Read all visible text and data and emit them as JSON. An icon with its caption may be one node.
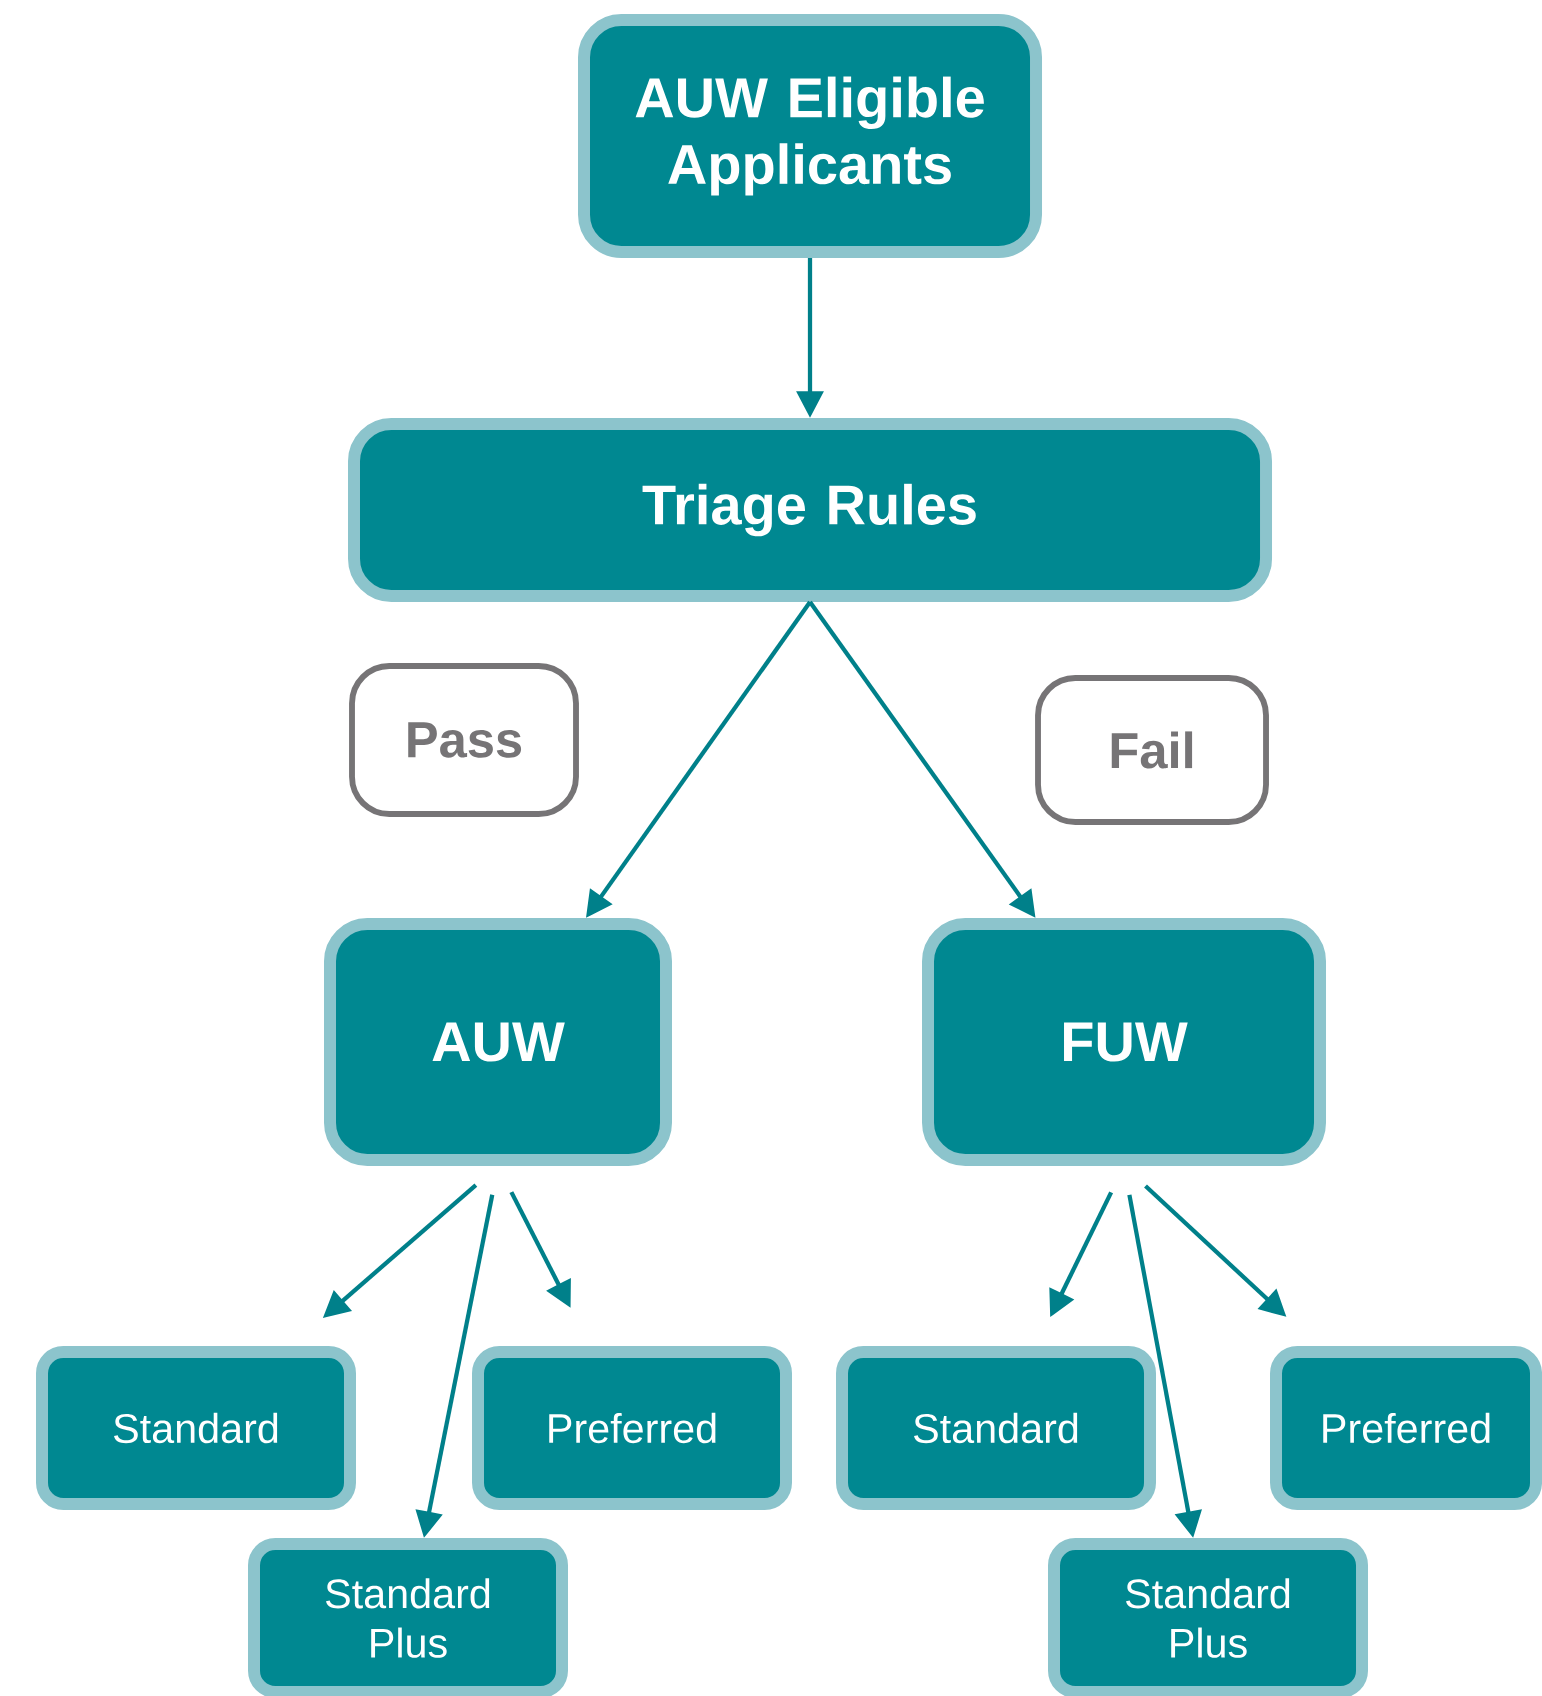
{
  "diagram": {
    "nodes": [
      {
        "text": [
          "AUW Eligible Applicants"
        ]
      },
      {
        "text": [
          "Triage Rules"
        ]
      },
      {
        "text": [
          "Pass"
        ]
      },
      {
        "text": [
          "Fail"
        ]
      },
      {
        "text": [
          "AUW"
        ]
      },
      {
        "text": [
          "FUW"
        ]
      },
      {
        "text": [
          "Standard"
        ]
      },
      {
        "text": [
          "Standard Plus"
        ]
      },
      {
        "text": [
          "Preferred"
        ]
      },
      {
        "text": [
          "Standard"
        ]
      },
      {
        "text": [
          "Standard Plus"
        ]
      },
      {
        "text": [
          "Preferred"
        ]
      }
    ],
    "edges": [
      {
        "from": 0,
        "to": 1,
        "arrow": "to"
      },
      {
        "from": 1,
        "to": 4,
        "arrow": "to"
      },
      {
        "from": 1,
        "to": 5,
        "arrow": "to"
      },
      {
        "from": 4,
        "to": 6,
        "arrow": "to"
      },
      {
        "from": 4,
        "to": 7,
        "arrow": "to"
      },
      {
        "from": 4,
        "to": 8,
        "arrow": "to"
      },
      {
        "from": 5,
        "to": 9,
        "arrow": "to"
      },
      {
        "from": 5,
        "to": 10,
        "arrow": "to"
      },
      {
        "from": 5,
        "to": 11,
        "arrow": "to"
      }
    ]
  }
}
